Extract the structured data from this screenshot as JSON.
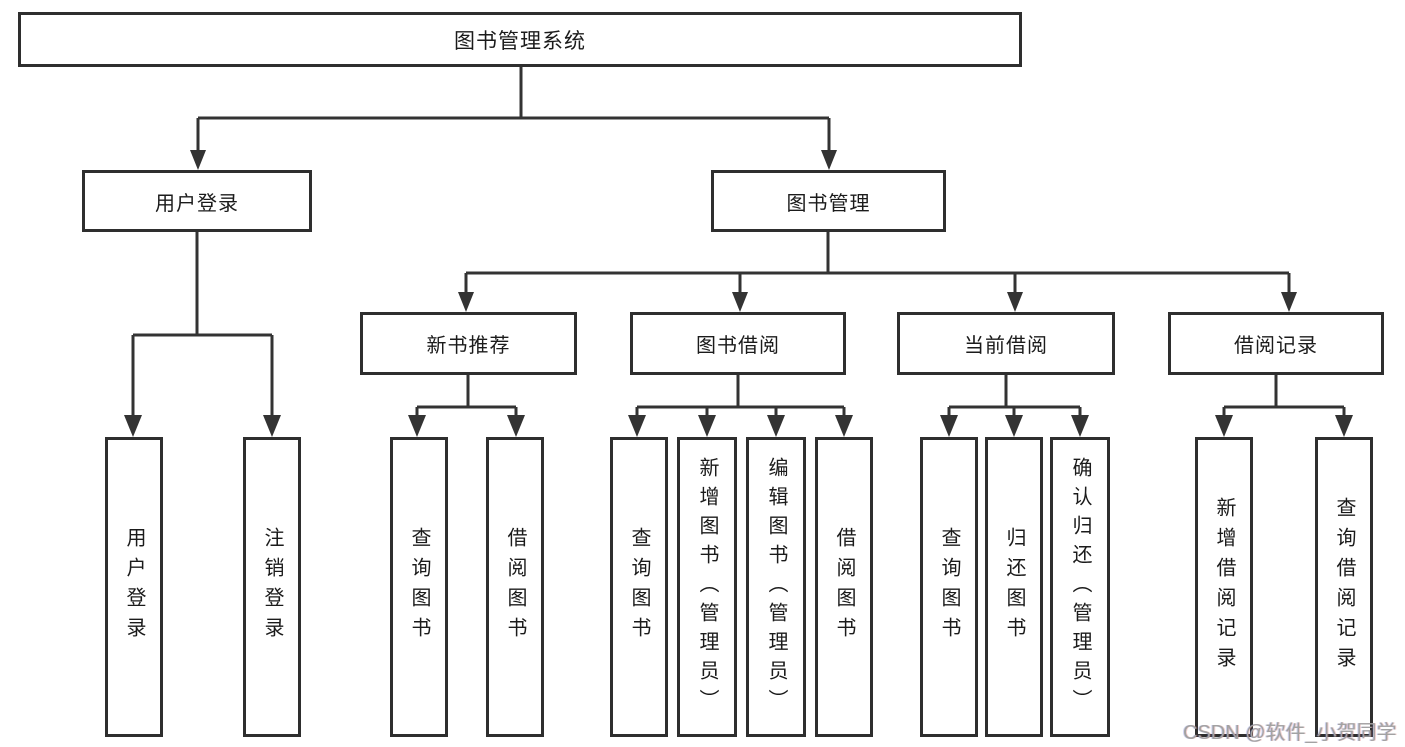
{
  "tree": {
    "root": "图书管理系统",
    "children": [
      {
        "label": "用户登录",
        "children": [
          "用户登录",
          "注销登录"
        ]
      },
      {
        "label": "图书管理",
        "children": [
          {
            "label": "新书推荐",
            "children": [
              "查询图书",
              "借阅图书"
            ]
          },
          {
            "label": "图书借阅",
            "children": [
              "查询图书",
              "新增图书（管理员）",
              "编辑图书（管理员）",
              "借阅图书"
            ]
          },
          {
            "label": "当前借阅",
            "children": [
              "查询图书",
              "归还图书",
              "确认归还（管理员）"
            ]
          },
          {
            "label": "借阅记录",
            "children": [
              "新增借阅记录",
              "查询借阅记录"
            ]
          }
        ]
      }
    ]
  },
  "colors": {
    "box_border": "#2e2e2e",
    "line": "#333333",
    "text": "#1b1b1b",
    "watermark": "#a2a2a2"
  },
  "watermark": {
    "text": "CSDN @软件_小贺同学"
  }
}
